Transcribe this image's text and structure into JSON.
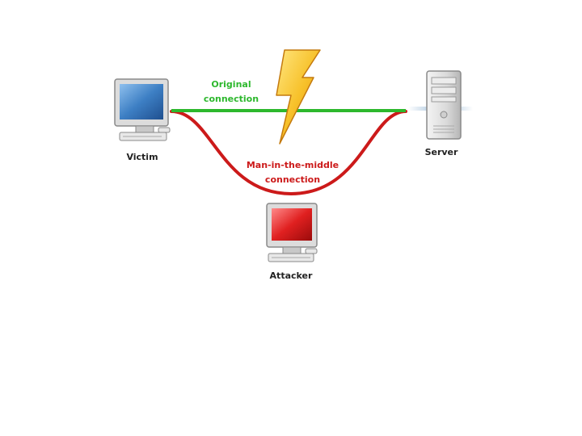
{
  "nodes": {
    "victim": {
      "label": "Victim"
    },
    "server": {
      "label": "Server"
    },
    "attacker": {
      "label": "Attacker"
    }
  },
  "connections": {
    "original": {
      "label_line1": "Original",
      "label_line2": "connection",
      "color": "#2db82d"
    },
    "mitm": {
      "label_line1": "Man-in-the-middle",
      "label_line2": "connection",
      "color": "#cc1a1a"
    }
  },
  "icons": {
    "victim": "desktop-computer-icon",
    "server": "server-tower-icon",
    "attacker": "desktop-computer-icon",
    "interruption": "lightning-bolt-icon"
  },
  "colors": {
    "victim_screen": "#3d7fc4",
    "attacker_screen": "#e02020",
    "lightning": "#f2b21a"
  }
}
